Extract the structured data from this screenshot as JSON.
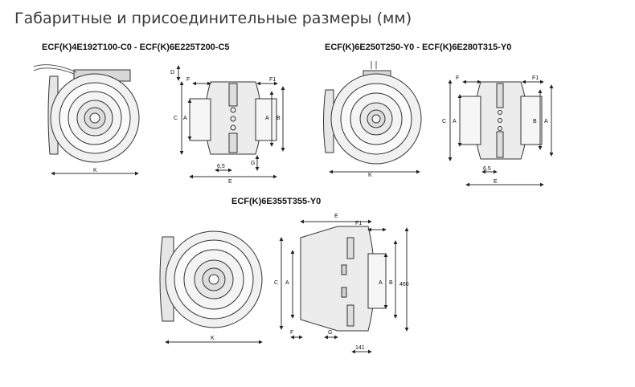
{
  "title": "Габаритные и присоединительные размеры (мм)",
  "models": {
    "group1": "ECF(K)4E192T100-C0 - ECF(K)6E225T200-C5",
    "group2": "ECF(K)6E250T250-Y0 - ECF(K)6E280T315-Y0",
    "group3": "ECF(K)6E355T355-Y0"
  },
  "dims": {
    "K": "K",
    "D": "D",
    "F": "F",
    "F1": "F1",
    "C": "C",
    "A": "A",
    "B": "B",
    "E": "E",
    "G": "G",
    "d65": "6,5",
    "d141": "141",
    "d460": "460"
  }
}
